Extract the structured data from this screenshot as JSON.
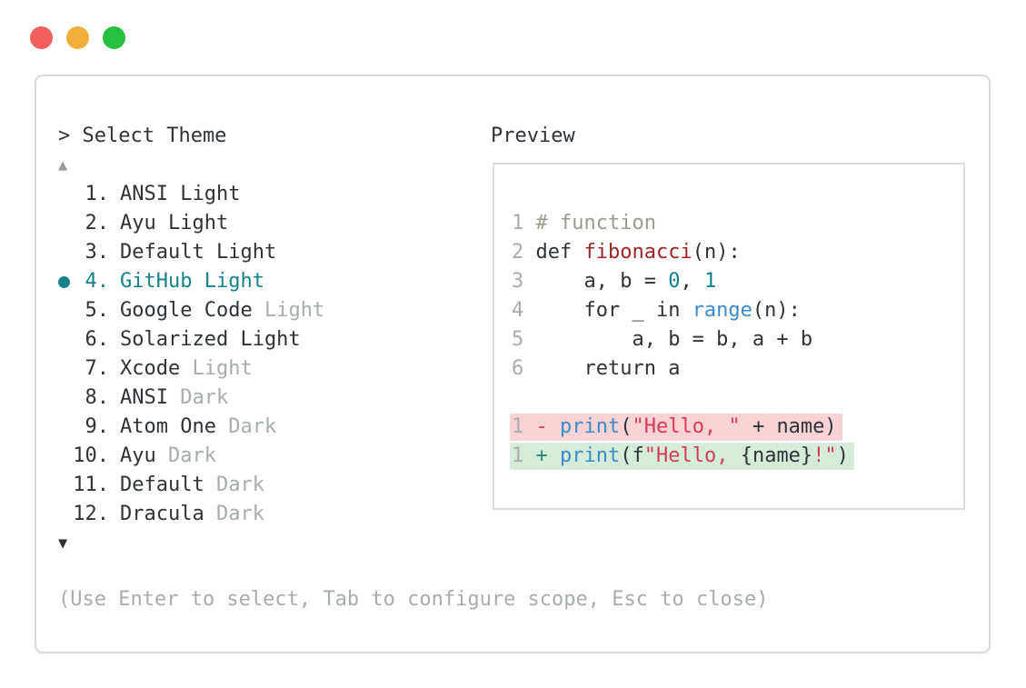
{
  "colors": {
    "plain": "#2e3338",
    "muted": "#a9abad",
    "accent": "#17818a",
    "comment": "#999b8d",
    "func": "#a32126",
    "number": "#11818d",
    "builtin": "#3b8bca",
    "string": "#d63a55",
    "minus": "#d04048",
    "plus": "#1f8a70",
    "removed_bg": "#f8d2d5",
    "added_bg": "#d5ecdb",
    "traffic_red": "#f15f5c",
    "traffic_yellow": "#f1af3a",
    "traffic_green": "#25c13c"
  },
  "window_controls": [
    {
      "name": "close",
      "color": "#f15f5c"
    },
    {
      "name": "minimize",
      "color": "#f1af3a"
    },
    {
      "name": "zoom",
      "color": "#25c13c"
    }
  ],
  "prompt": {
    "text": "> Select Theme"
  },
  "scroll": {
    "up_glyph": "▲",
    "down_glyph": "▼"
  },
  "themes": [
    {
      "num": "1.",
      "name": "ANSI Light",
      "muted": "",
      "selected": false
    },
    {
      "num": "2.",
      "name": "Ayu Light",
      "muted": "",
      "selected": false
    },
    {
      "num": "3.",
      "name": "Default Light",
      "muted": "",
      "selected": false
    },
    {
      "num": "4.",
      "name": "GitHub Light",
      "muted": "",
      "selected": true
    },
    {
      "num": "5.",
      "name": "Google Code",
      "muted": "Light",
      "selected": false
    },
    {
      "num": "6.",
      "name": "Solarized Light",
      "muted": "",
      "selected": false
    },
    {
      "num": "7.",
      "name": "Xcode",
      "muted": "Light",
      "selected": false
    },
    {
      "num": "8.",
      "name": "ANSI",
      "muted": "Dark",
      "selected": false
    },
    {
      "num": "9.",
      "name": "Atom One",
      "muted": "Dark",
      "selected": false
    },
    {
      "num": "10.",
      "name": "Ayu",
      "muted": "Dark",
      "selected": false
    },
    {
      "num": "11.",
      "name": "Default",
      "muted": "Dark",
      "selected": false
    },
    {
      "num": "12.",
      "name": "Dracula",
      "muted": "Dark",
      "selected": false
    }
  ],
  "preview": {
    "title": "Preview",
    "code_lines": [
      {
        "num": "1",
        "tokens": [
          {
            "t": "# function",
            "c": "comment"
          }
        ]
      },
      {
        "num": "2",
        "tokens": [
          {
            "t": "def ",
            "c": "plain"
          },
          {
            "t": "fibonacci",
            "c": "func"
          },
          {
            "t": "(n):",
            "c": "plain"
          }
        ]
      },
      {
        "num": "3",
        "tokens": [
          {
            "t": "    a, b = ",
            "c": "plain"
          },
          {
            "t": "0",
            "c": "number"
          },
          {
            "t": ", ",
            "c": "plain"
          },
          {
            "t": "1",
            "c": "number"
          }
        ]
      },
      {
        "num": "4",
        "tokens": [
          {
            "t": "    for _ in ",
            "c": "plain"
          },
          {
            "t": "range",
            "c": "builtin"
          },
          {
            "t": "(n):",
            "c": "plain"
          }
        ]
      },
      {
        "num": "5",
        "tokens": [
          {
            "t": "        a, b = b, a + b",
            "c": "plain"
          }
        ]
      },
      {
        "num": "6",
        "tokens": [
          {
            "t": "    return a",
            "c": "plain"
          }
        ]
      }
    ],
    "diff_lines": [
      {
        "num": "1",
        "kind": "removed",
        "tokens": [
          {
            "t": "-",
            "c": "minus"
          },
          {
            "t": " ",
            "c": "plain"
          },
          {
            "t": "print",
            "c": "builtin"
          },
          {
            "t": "(",
            "c": "plain"
          },
          {
            "t": "\"Hello, \"",
            "c": "string"
          },
          {
            "t": " + name)",
            "c": "plain"
          }
        ]
      },
      {
        "num": "1",
        "kind": "added",
        "tokens": [
          {
            "t": "+",
            "c": "plus"
          },
          {
            "t": " ",
            "c": "plain"
          },
          {
            "t": "print",
            "c": "builtin"
          },
          {
            "t": "(f",
            "c": "plain"
          },
          {
            "t": "\"Hello, ",
            "c": "string"
          },
          {
            "t": "{name}",
            "c": "plain"
          },
          {
            "t": "!\"",
            "c": "string"
          },
          {
            "t": ")",
            "c": "plain"
          }
        ]
      }
    ]
  },
  "footer": {
    "hint": "(Use Enter to select, Tab to configure scope, Esc to close)"
  }
}
